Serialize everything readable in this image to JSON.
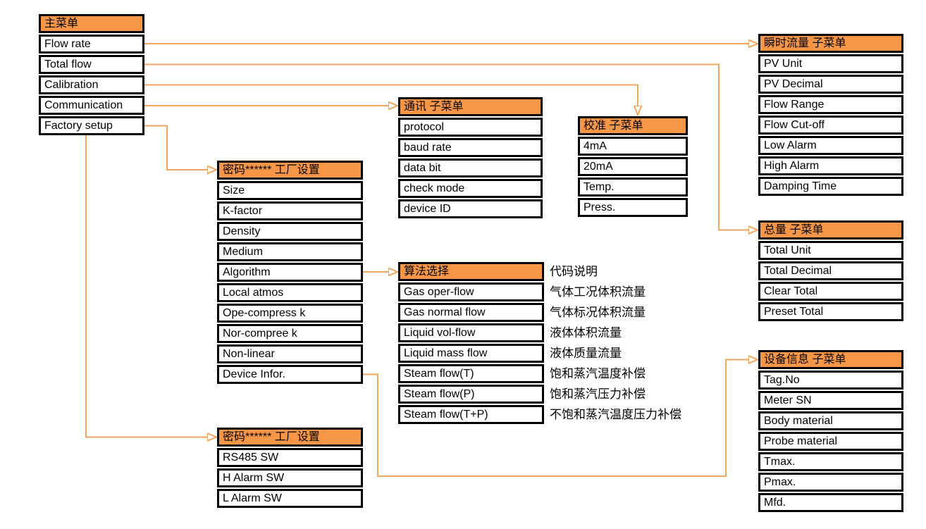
{
  "colors": {
    "accent": "#F79646",
    "arrow": "#F2A55E",
    "border": "#000000",
    "text": "#000000",
    "background": "#FFFFFF"
  },
  "menus": {
    "main": {
      "title": "主菜单",
      "items": [
        "Flow rate",
        "Total flow",
        "Calibration",
        "Communication",
        "Factory setup"
      ]
    },
    "flow_rate_sub": {
      "title": "瞬时流量 子菜单",
      "items": [
        "PV Unit",
        "PV Decimal",
        "Flow Range",
        "Flow Cut-off",
        "Low Alarm",
        "High Alarm",
        "Damping Time"
      ]
    },
    "communication_sub": {
      "title": "通讯 子菜单",
      "items": [
        "protocol",
        "baud rate",
        "data bit",
        "check mode",
        "device ID"
      ]
    },
    "calibration_sub": {
      "title": "校准 子菜单",
      "items": [
        "4mA",
        "20mA",
        "Temp.",
        "Press."
      ]
    },
    "factory_setup_sub": {
      "title": "密码****** 工厂设置",
      "items": [
        "Size",
        "K-factor",
        "Density",
        "Medium",
        "Algorithm",
        "Local atmos",
        "Ope-compress k",
        "Nor-compree k",
        "Non-linear",
        "Device Infor."
      ]
    },
    "algorithm_sub": {
      "title": "算法选择",
      "items": [
        "Gas oper-flow",
        "Gas normal flow",
        "Liquid vol-flow",
        "Liquid mass flow",
        "Steam flow(T)",
        "Steam flow(P)",
        "Steam flow(T+P)"
      ],
      "desc_title": "代码说明",
      "descriptions": [
        "气体工况体积流量",
        "气体标况体积流量",
        "液体体积流量",
        "液体质量流量",
        "饱和蒸汽温度补偿",
        "饱和蒸汽压力补偿",
        "不饱和蒸汽温度压力补偿"
      ]
    },
    "total_flow_sub": {
      "title": "总量 子菜单",
      "items": [
        "Total Unit",
        "Total Decimal",
        "Clear Total",
        "Preset Total"
      ]
    },
    "device_info_sub": {
      "title": "设备信息 子菜单",
      "items": [
        "Tag.No",
        "Meter SN",
        "Body material",
        "Probe material",
        "Tmax.",
        "Pmax.",
        "Mfd."
      ]
    },
    "factory_setup_switches": {
      "title": "密码****** 工厂设置",
      "items": [
        "RS485 SW",
        "H Alarm SW",
        "L Alarm SW"
      ]
    }
  },
  "connections": [
    {
      "from": "Flow rate",
      "to": "瞬时流量 子菜单"
    },
    {
      "from": "Total flow",
      "to": "总量 子菜单"
    },
    {
      "from": "Calibration",
      "to": "校准 子菜单"
    },
    {
      "from": "Communication",
      "to": "通讯 子菜单"
    },
    {
      "from": "Factory setup",
      "to": "密码****** 工厂设置"
    },
    {
      "from": "主菜单",
      "to": "密码****** 工厂设置 (RS485/Alarm SW)"
    },
    {
      "from": "Algorithm",
      "to": "算法选择"
    },
    {
      "from": "Device Infor.",
      "to": "设备信息 子菜单"
    }
  ]
}
